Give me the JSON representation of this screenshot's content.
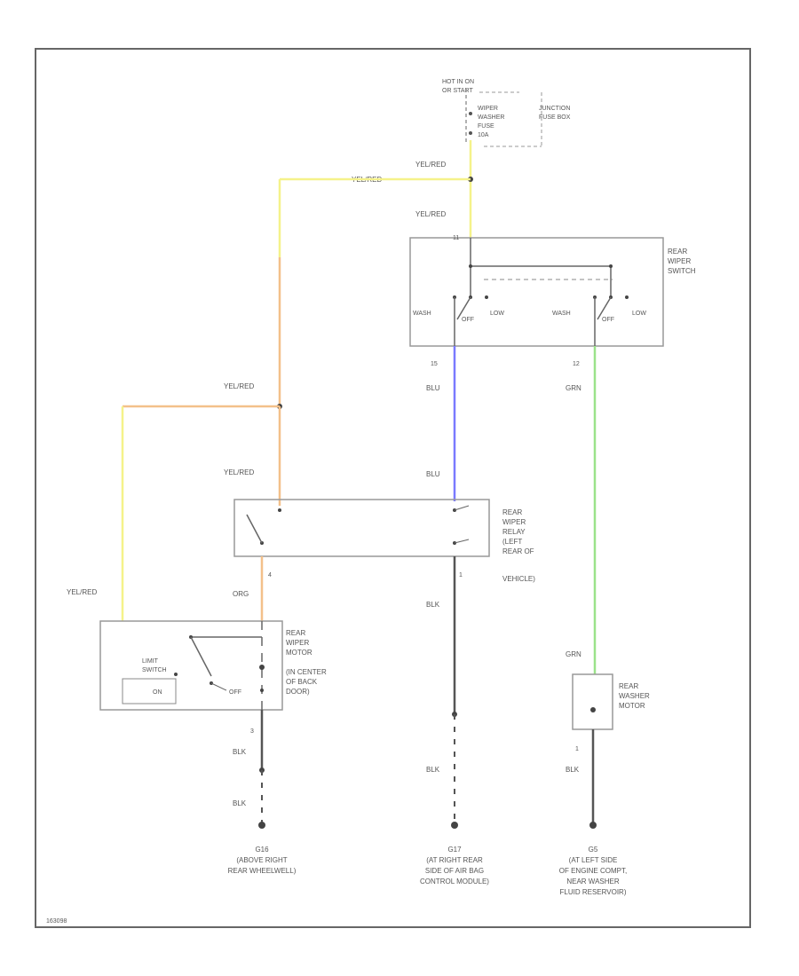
{
  "power": {
    "source": [
      "HOT IN ON",
      "OR START"
    ],
    "fuse": [
      "WIPER",
      "WASHER",
      "FUSE",
      "10A"
    ],
    "fuse_box": [
      "JUNCTION",
      "FUSE BOX"
    ]
  },
  "wires": {
    "yelred": "YEL/RED",
    "blu": "BLU",
    "grn": "GRN",
    "org": "ORG",
    "blk": "BLK"
  },
  "pins": {
    "switch_in": "11",
    "switch_blu": "15",
    "switch_grn": "12",
    "relay_org": "4",
    "relay_blk": "1",
    "motor_blk": "3",
    "washer_blk": "1"
  },
  "components": {
    "rear_wiper_switch": [
      "REAR",
      "WIPER",
      "SWITCH"
    ],
    "switch_left": {
      "wash": "WASH",
      "off": "OFF",
      "low": "LOW"
    },
    "switch_right": {
      "wash": "WASH",
      "off": "OFF",
      "low": "LOW"
    },
    "relay": [
      "REAR",
      "WIPER",
      "RELAY",
      "(LEFT",
      "REAR OF",
      "VEHICLE)"
    ],
    "motor": [
      "REAR",
      "WIPER",
      "MOTOR",
      "(IN CENTER",
      "OF BACK",
      "DOOR)"
    ],
    "limit_switch": [
      "LIMIT",
      "SWITCH"
    ],
    "limit_on": "ON",
    "limit_off": "OFF",
    "washer_motor": [
      "REAR",
      "WASHER",
      "MOTOR"
    ]
  },
  "grounds": {
    "g1": [
      "G16",
      "(ABOVE RIGHT",
      "REAR WHEELWELL)"
    ],
    "g2": [
      "G17",
      "(AT RIGHT REAR",
      "SIDE OF AIR BAG",
      "CONTROL MODULE)"
    ],
    "g3": [
      "G5",
      "(AT LEFT SIDE",
      "OF ENGINE COMPT,",
      "NEAR WASHER",
      "FLUID RESERVOIR)"
    ]
  },
  "footer_id": "163098",
  "colors": {
    "yellow": "#f5f28a",
    "orange": "#f3c08a",
    "blue": "#7a7aff",
    "green": "#9be28a",
    "black": "#555555"
  }
}
